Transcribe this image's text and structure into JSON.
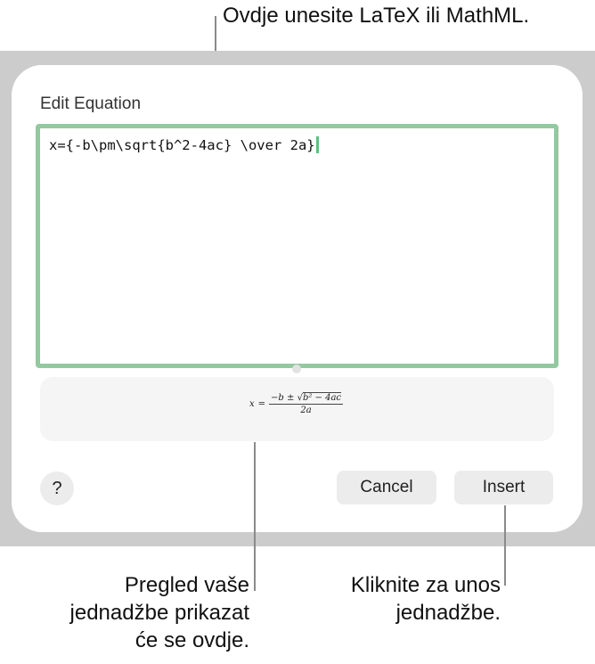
{
  "callouts": {
    "editor": "Ovdje unesite LaTeX ili MathML.",
    "preview": [
      "Pregled vaše",
      "jednadžbe prikazat",
      "će se ovdje."
    ],
    "insert": [
      "Kliknite za unos",
      "jednadžbe."
    ]
  },
  "dialog": {
    "title": "Edit Equation",
    "editor_value": "x={-b\\pm\\sqrt{b^2-4ac} \\over 2a}",
    "preview": {
      "lhs": "x",
      "equals": "=",
      "numerator_prefix": "−b ± ",
      "sqrt_symbol": "√",
      "sqrt_content": "b² − 4ac",
      "denominator": "2a"
    },
    "help_label": "?",
    "cancel_label": "Cancel",
    "insert_label": "Insert"
  },
  "colors": {
    "editor_border": "#93c9a0",
    "caret": "#5fbf7d",
    "band": "#cccccc",
    "button_bg": "#ececec",
    "preview_bg": "#f5f5f5"
  }
}
